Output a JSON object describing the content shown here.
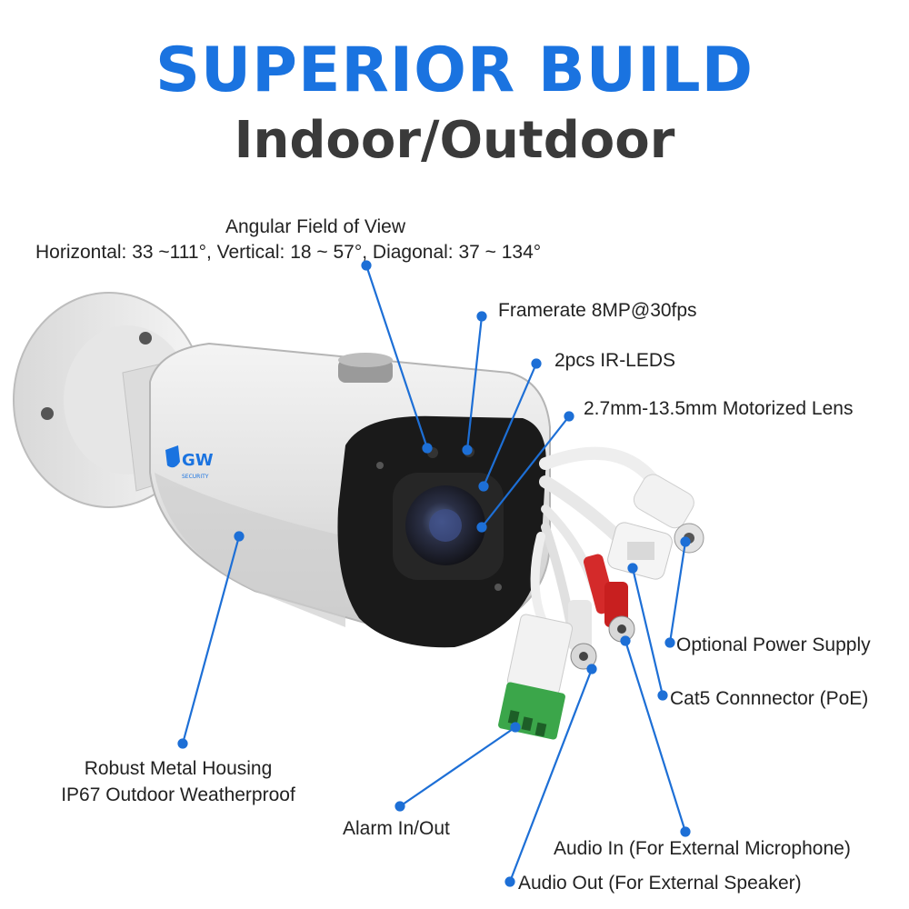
{
  "heading": {
    "title": "SUPERIOR BUILD",
    "subtitle": "Indoor/Outdoor"
  },
  "callouts": {
    "fov_title": "Angular Field of View",
    "fov_detail": "Horizontal: 33 ~111°, Vertical: 18 ~ 57°, Diagonal: 37 ~ 134°",
    "framerate": "Framerate 8MP@30fps",
    "ir_leds": "2pcs IR-LEDS",
    "lens": "2.7mm-13.5mm Motorized Lens",
    "housing_line1": "Robust Metal Housing",
    "housing_line2": "IP67 Outdoor Weatherproof",
    "power": "Optional Power Supply",
    "cat5": "Cat5 Connnector (PoE)",
    "alarm": "Alarm In/Out",
    "audio_in": "Audio In (For External Microphone)",
    "audio_out": "Audio Out (For External Speaker)"
  },
  "brand": {
    "logo_text": "GW",
    "logo_sub": "SECURITY"
  },
  "colors": {
    "accent": "#1a73e0",
    "line": "#1d6fd6",
    "text": "#222222"
  }
}
